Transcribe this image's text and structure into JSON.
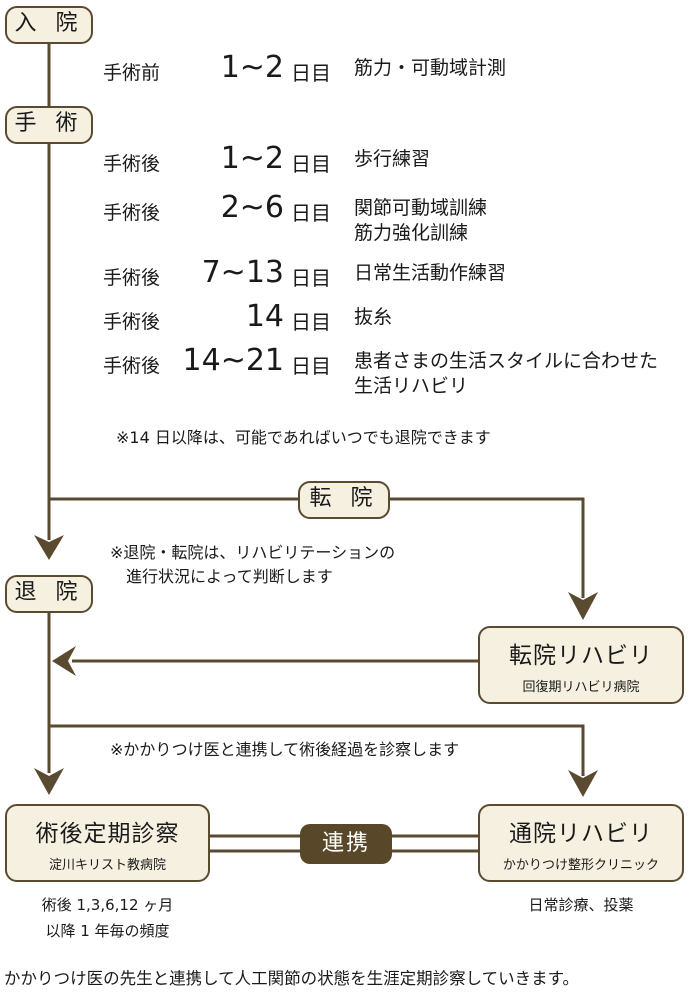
{
  "colors": {
    "line": "#5a4a2f",
    "box_fill": "#f6f0e1",
    "badge_fill": "#584829"
  },
  "stages": {
    "admission": "入 院",
    "surgery": "手 術",
    "transfer": "転 院",
    "discharge": "退 院"
  },
  "schedule": [
    {
      "label": "手術前",
      "days": "1~2",
      "unit": "日目",
      "activity": "筋力・可動域計測"
    },
    {
      "label": "手術後",
      "days": "1~2",
      "unit": "日目",
      "activity": "歩行練習"
    },
    {
      "label": "手術後",
      "days": "2~6",
      "unit": "日目",
      "activity": "関節可動域訓練\n筋力強化訓練"
    },
    {
      "label": "手術後",
      "days": "7~13",
      "unit": "日目",
      "activity": "日常生活動作練習"
    },
    {
      "label": "手術後",
      "days": "14",
      "unit": "日目",
      "activity": "抜糸"
    },
    {
      "label": "手術後",
      "days": "14~21",
      "unit": "日目",
      "activity": "患者さまの生活スタイルに合わせた\n生活リハビリ"
    }
  ],
  "notes": {
    "after14": "※14 日以降は、可能であればいつでも退院できます",
    "transfer_judgement": "※退院・転院は、リハビリテーションの\n　進行状況によって判断します",
    "family_doctor": "※かかりつけ医と連携して術後経過を診察します"
  },
  "boxes": {
    "transfer_rehab": {
      "title": "転院リハビリ",
      "sub": "回復期リハビリ病院"
    },
    "checkup": {
      "title": "術後定期診察",
      "sub": "淀川キリスト教病院"
    },
    "outpatient_rehab": {
      "title": "通院リハビリ",
      "sub": "かかりつけ整形クリニック"
    }
  },
  "renkei": "連携",
  "checkup_frequency": "術後 1,3,6,12 ヶ月\n以降 1 年毎の頻度",
  "outpatient_detail": "日常診療、投薬",
  "footer": "かかりつけ医の先生と連携して人工関節の状態を生涯定期診察していきます。"
}
